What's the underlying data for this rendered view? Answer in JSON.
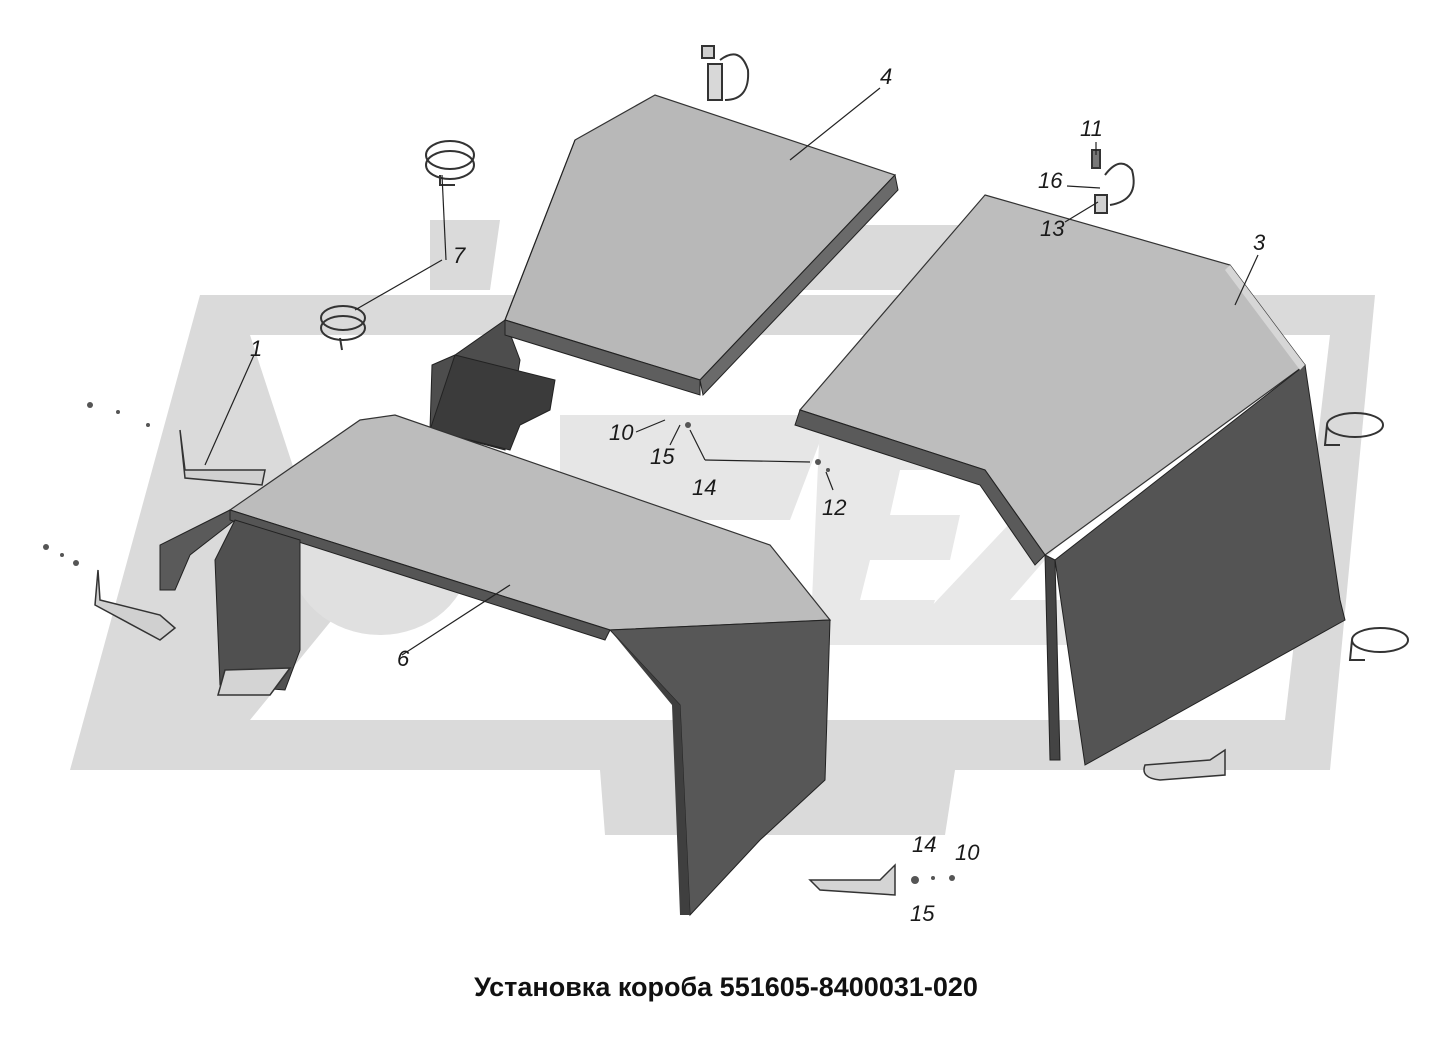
{
  "caption": "Установка короба 551605-8400031-020",
  "watermark_color": "#d9d9d9",
  "panel_top_color": "#b7b7b7",
  "panel_side_color": "#5a5a5a",
  "callouts": {
    "c1": "1",
    "c3": "3",
    "c4": "4",
    "c6": "6",
    "c7": "7",
    "c10a": "10",
    "c15a": "15",
    "c14a": "14",
    "c12": "12",
    "c11": "11",
    "c16": "16",
    "c13": "13",
    "c14b": "14",
    "c10b": "10",
    "c15b": "15"
  }
}
